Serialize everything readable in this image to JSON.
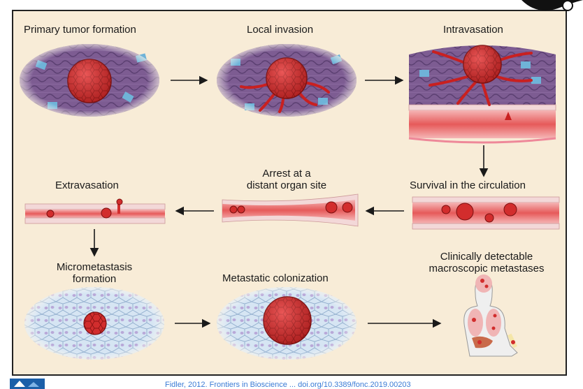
{
  "stages": {
    "primary_tumor": "Primary tumor formation",
    "local_invasion": "Local invasion",
    "intravasation": "Intravasation",
    "survival": "Survival in the circulation",
    "arrest_line1": "Arrest at a",
    "arrest_line2": "distant organ site",
    "extravasation": "Extravasation",
    "micrometastasis_line1": "Micrometastasis",
    "micrometastasis_line2": "formation",
    "colonization": "Metastatic colonization",
    "clinical_line1": "Clinically detectable",
    "clinical_line2": "macroscopic metastases"
  },
  "footer": {
    "citation": "Fidler, 2012. Frontiers in Bioscience ... doi.org/10.3389/fonc.2019.00203"
  },
  "colors": {
    "background": "#f8ecd7",
    "tumor": "#cc2a2a",
    "tissue": "#7a5b8e",
    "vessel": "#e04848",
    "healthy_cells": "#c9dcef",
    "arrow": "#1a1a1a"
  }
}
